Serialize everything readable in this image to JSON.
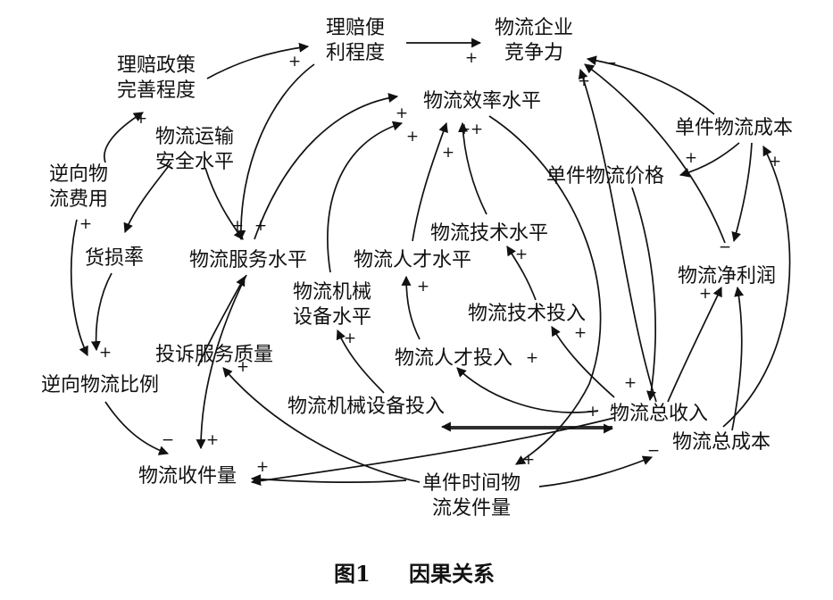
{
  "caption": {
    "figure_number": "图1",
    "title": "因果关系"
  },
  "nodes": {
    "claim_policy": [
      "理赔政策",
      "完善程度"
    ],
    "claim_convenience": [
      "理赔便",
      "利程度"
    ],
    "competitiveness": [
      "物流企业",
      "竞争力"
    ],
    "efficiency": [
      "物流效率水平"
    ],
    "transport_safety": [
      "物流运输",
      "安全水平"
    ],
    "reverse_cost": [
      "逆向物",
      "流费用"
    ],
    "damage_rate": [
      "货损率"
    ],
    "service_level": [
      "物流服务水平"
    ],
    "talent_level": [
      "物流人才水平"
    ],
    "tech_level": [
      "物流技术水平"
    ],
    "machinery_level": [
      "物流机械",
      "设备水平"
    ],
    "unit_cost": [
      "单件物流成本"
    ],
    "unit_price": [
      "单件物流价格"
    ],
    "net_profit": [
      "物流净利润"
    ],
    "tech_invest": [
      "物流技术投入"
    ],
    "complaint_quality": [
      "投诉服务质量"
    ],
    "talent_invest": [
      "物流人才投入"
    ],
    "reverse_ratio": [
      "逆向物流比例"
    ],
    "machinery_invest": [
      "物流机械设备投入"
    ],
    "total_revenue": [
      "物流总收入"
    ],
    "total_cost": [
      "物流总成本"
    ],
    "received_volume": [
      "物流收件量"
    ],
    "dispatch_volume": [
      "单件时间物",
      "流发件量"
    ]
  },
  "polarity": {
    "plus": "+",
    "minus": "−"
  }
}
